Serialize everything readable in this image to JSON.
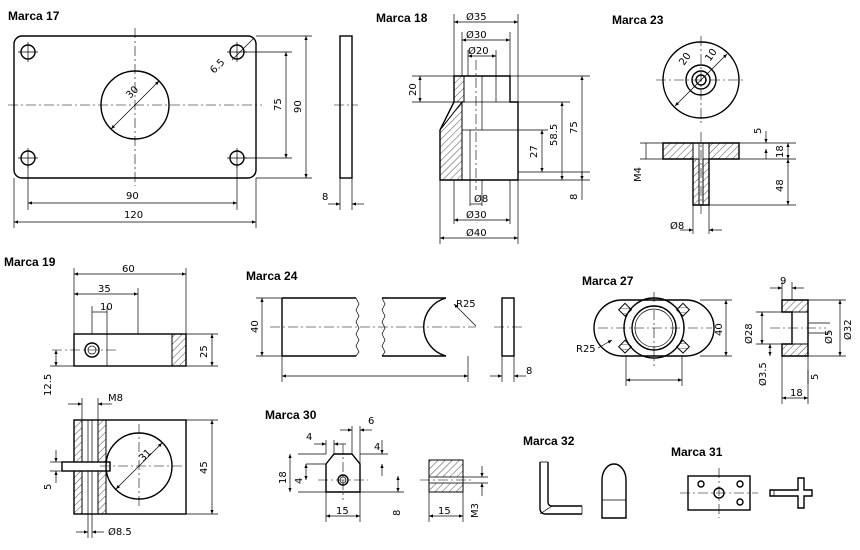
{
  "titles": {
    "m17": "Marca 17",
    "m18": "Marca 18",
    "m23": "Marca 23",
    "m19": "Marca 19",
    "m24": "Marca 24",
    "m27": "Marca 27",
    "m30": "Marca 30",
    "m32": "Marca 32",
    "m31": "Marca 31"
  },
  "m17": {
    "d30": "30",
    "d65": "6.5",
    "d75": "75",
    "d90v": "90",
    "d90h": "90",
    "d120": "120",
    "d8": "8"
  },
  "m18": {
    "d35": "Ø35",
    "d30t": "Ø30",
    "d20": "Ø20",
    "h20": "20",
    "h585": "58.5",
    "h75": "75",
    "h27": "27",
    "h8": "8",
    "d8": "Ø8",
    "d30b": "Ø30",
    "d40": "Ø40"
  },
  "m23": {
    "r20": "20",
    "r10": "10",
    "h5": "5",
    "h18": "18",
    "h48": "48",
    "m4": "M4",
    "d8": "Ø8"
  },
  "m19": {
    "d60": "60",
    "d35": "35",
    "d10": "10",
    "d25": "25",
    "d125": "12.5",
    "m8": "M8",
    "d31": "31",
    "d45": "45",
    "d5": "5",
    "d85": "Ø8.5"
  },
  "m24": {
    "r25": "R25",
    "d40": "40",
    "d8": "8"
  },
  "m27": {
    "r25": "R25",
    "d40": "40",
    "d9": "9",
    "d28": "Ø28",
    "d5": "Ø5",
    "d32": "Ø32",
    "d35": "Ø3.5",
    "d5b": "5",
    "d18": "18"
  },
  "m30": {
    "d4a": "4",
    "d6": "6",
    "d4b": "4",
    "d18": "18",
    "d4c": "4",
    "d15a": "15",
    "d8": "8",
    "d15b": "15",
    "m3": "M3"
  }
}
